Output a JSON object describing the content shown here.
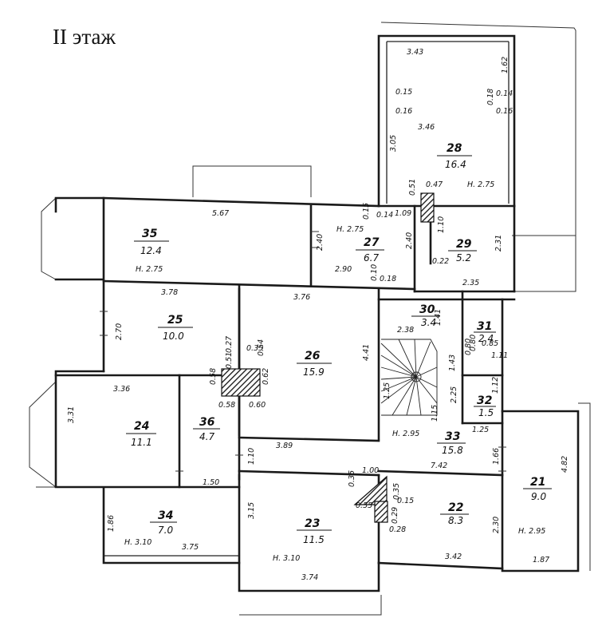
{
  "title": "II этаж",
  "rooms": [
    {
      "id": "28",
      "num": "28",
      "area": "16.4"
    },
    {
      "id": "35",
      "num": "35",
      "area": "12.4"
    },
    {
      "id": "27",
      "num": "27",
      "area": "6.7"
    },
    {
      "id": "29",
      "num": "29",
      "area": "5.2"
    },
    {
      "id": "25",
      "num": "25",
      "area": "10.0"
    },
    {
      "id": "26",
      "num": "26",
      "area": "15.9"
    },
    {
      "id": "30",
      "num": "30",
      "area": "3.4"
    },
    {
      "id": "31",
      "num": "31",
      "area": "2.4"
    },
    {
      "id": "32",
      "num": "32",
      "area": "1.5"
    },
    {
      "id": "24",
      "num": "24",
      "area": "11.1"
    },
    {
      "id": "36",
      "num": "36",
      "area": "4.7"
    },
    {
      "id": "33",
      "num": "33",
      "area": "15.8"
    },
    {
      "id": "21",
      "num": "21",
      "area": "9.0"
    },
    {
      "id": "22",
      "num": "22",
      "area": "8.3"
    },
    {
      "id": "23",
      "num": "23",
      "area": "11.5"
    },
    {
      "id": "34",
      "num": "34",
      "area": "7.0"
    }
  ],
  "dimensions": [
    "3.43",
    "1.62",
    "0.15",
    "0.16",
    "3.05",
    "3.46",
    "0.18",
    "0.14",
    "0.16",
    "H. 2.75",
    "0.51",
    "0.47",
    "0.15",
    "1.09",
    "0.14",
    "2.40",
    "1.10",
    "0.22",
    "2.31",
    "5.67",
    "H. 2.75",
    "2.40",
    "2.90",
    "0.18",
    "0.10",
    "H. 2.75",
    "2.35",
    "3.78",
    "3.76",
    "2.70",
    "0.51",
    "0.27",
    "0.35",
    "0.54",
    "0.62",
    "0.60",
    "0.58",
    "0.80",
    "0.58",
    "4.41",
    "2.38",
    "1.41",
    "1.25",
    "0.80",
    "0.85",
    "1.11",
    "1.43",
    "1.12",
    "3.36",
    "3.31",
    "2.25",
    "1.15",
    "1.25",
    "H. 2.95",
    "3.89",
    "1.10",
    "1.50",
    "7.42",
    "1.66",
    "4.82",
    "1.00",
    "0.35",
    "0.55",
    "0.35",
    "0.29",
    "0.28",
    "0.15",
    "1.86",
    "H. 3.10",
    "3.75",
    "3.15",
    "H. 3.10",
    "3.74",
    "2.30",
    "3.42",
    "H. 2.95",
    "1.87"
  ]
}
